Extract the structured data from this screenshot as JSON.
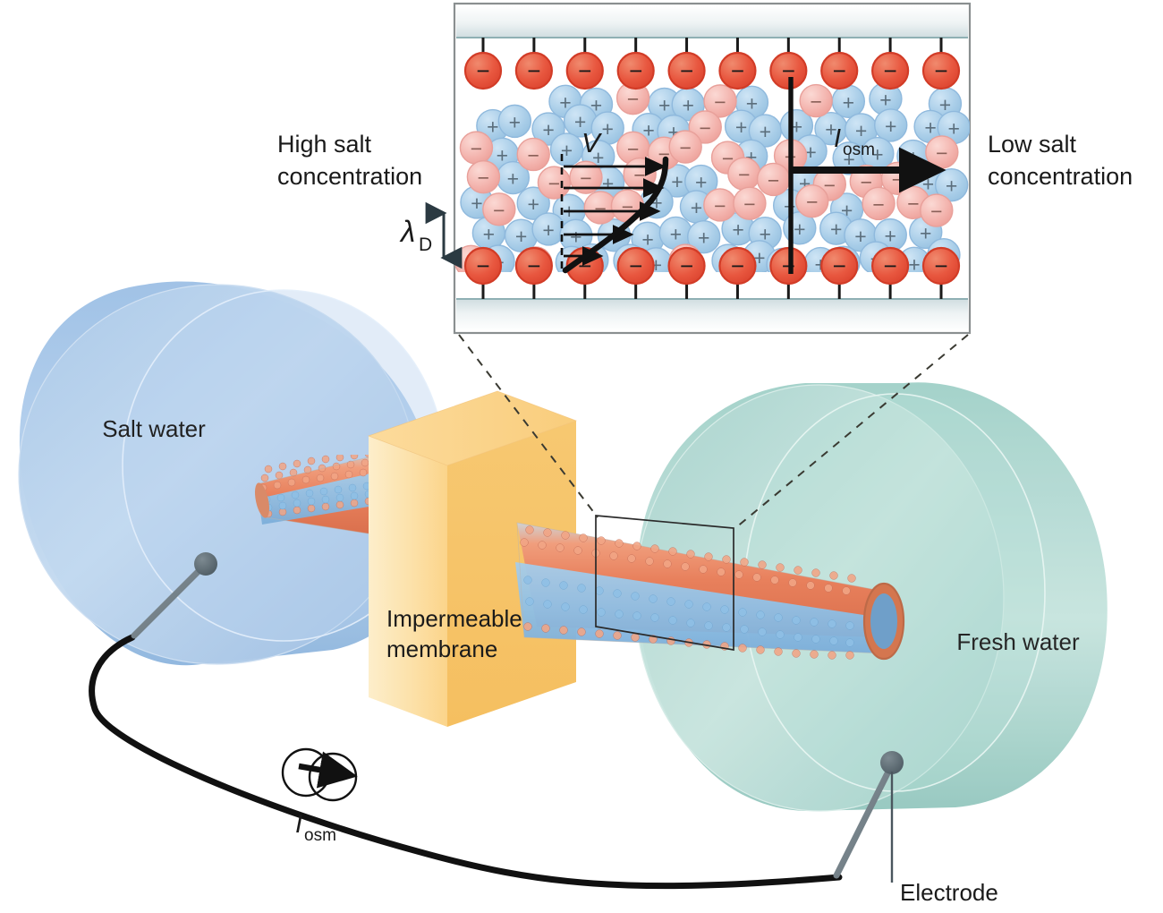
{
  "figure": {
    "type": "scientific-schematic",
    "subject": "Osmotic power generation with a charged nanotube across an impermeable membrane"
  },
  "inset": {
    "name": "nanotube-cross-section-inset",
    "label_left_line1": "High salt",
    "label_left_line2": "concentration",
    "label_right_line1": "Low salt",
    "label_right_line2": "concentration",
    "debye_length_label": "λ",
    "debye_length_sub": "D",
    "velocity_label": "V",
    "current_label": "I",
    "current_sub": "osm",
    "wall_charge_sign": "−",
    "cation_sign": "+",
    "anion_sign": "−",
    "wall_charge_count_top": 10,
    "wall_charge_count_bottom": 10,
    "profile_arrow_count": 5
  },
  "main": {
    "salt_water_label": "Salt water",
    "fresh_water_label": "Fresh water",
    "membrane_label_line1": "Impermeable",
    "membrane_label_line2": "membrane",
    "electrode_label": "Electrode",
    "current_source_label": "I",
    "current_source_sub": "osm"
  },
  "colors": {
    "salt_water": "#9dc0e4",
    "salt_water_light": "#bcd6ee",
    "fresh_water": "#9ccec6",
    "fresh_water_light": "#c3e2dc",
    "membrane": "#fbd48a",
    "membrane_light": "#fdecc6",
    "membrane_side": "#f6c978",
    "wall_charge": "#e8503c",
    "cation": "#a8cde8",
    "anion": "#f3b3ad",
    "nanotube_outer": "#e8805c",
    "nanotube_inner": "#8fc0e6",
    "wire": "#111111",
    "electrode": "#5c6a72",
    "text": "#1a1a1a"
  }
}
